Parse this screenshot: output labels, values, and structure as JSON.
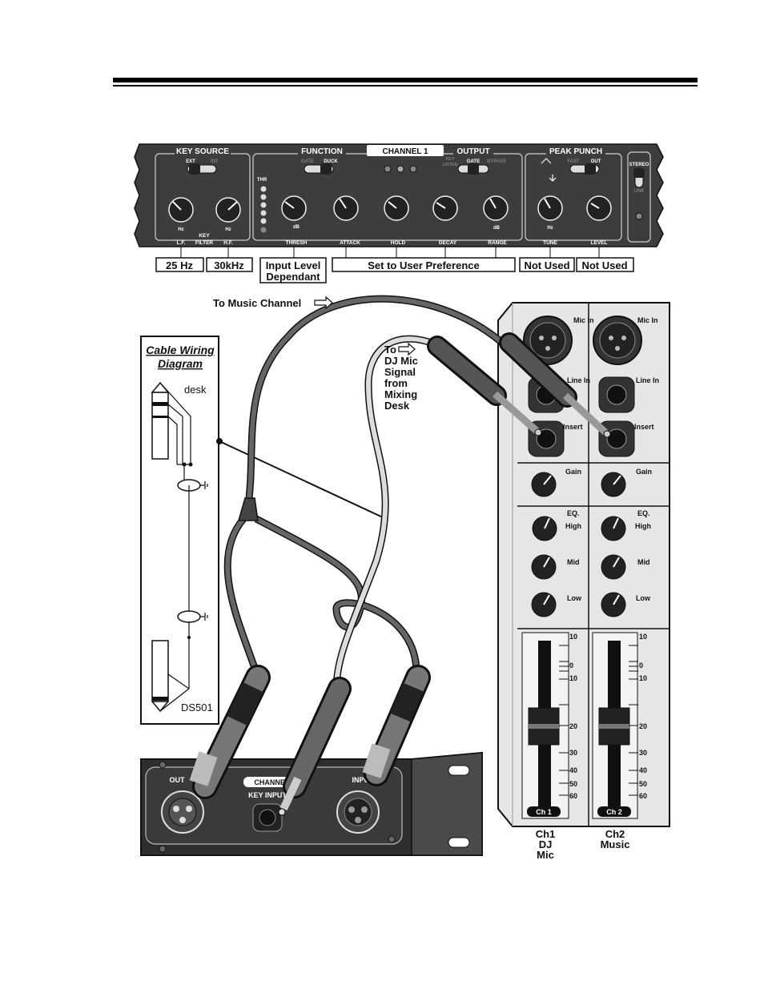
{
  "top_panel": {
    "key_source": "KEY SOURCE",
    "ext": "EXT",
    "int": "INT",
    "function": "FUNCTION",
    "channel": "CHANNEL 1",
    "output": "OUTPUT",
    "gate": "GATE",
    "duck": "DUCK",
    "key": "KEY",
    "listen": "LISTEN",
    "gate_out": "GATE",
    "bypass": "BYPASS",
    "peak_punch": "PEAK PUNCH",
    "fast": "FAST",
    "out": "OUT",
    "stereo": "STEREO",
    "link": "LINK",
    "thr": "THR",
    "hz": "Hz",
    "db": "dB",
    "khz_key": "KEY",
    "lf": "L.F.",
    "filter": "FILTER",
    "hf": "H.F.",
    "thresh": "THRESH",
    "attack": "ATTACK",
    "hold": "HOLD",
    "decay": "DECAY",
    "range": "RANGE",
    "tune": "TUNE",
    "level": "LEVEL"
  },
  "settings": {
    "lf_value": "25 Hz",
    "hf_value": "30kHz",
    "thresh_value_1": "Input Level",
    "thresh_value_2": "Dependant",
    "user_pref": "Set to User Preference",
    "tune_value": "Not Used",
    "level_value": "Not Used"
  },
  "callouts": {
    "music_channel": "To Music Channel",
    "dj_to": "To",
    "dj_line1": "DJ Mic",
    "dj_line2": "Signal",
    "dj_line3": "from",
    "dj_line4": "Mixing",
    "dj_line5": "Desk"
  },
  "cable_diagram": {
    "title_1": "Cable Wiring",
    "title_2": "Diagram",
    "desk": "desk",
    "model": "DS501"
  },
  "rack": {
    "out": "OUT",
    "channel": "CHANNEL 1",
    "key_input": "KEY INPUT",
    "input": "INPUT"
  },
  "mixer": {
    "mic_in": "Mic In",
    "line_in": "Line In",
    "insert": "Insert",
    "gain": "Gain",
    "eq": "EQ.",
    "high": "High",
    "mid": "Mid",
    "low": "Low",
    "fader_scale": [
      "10",
      "0",
      "10",
      "20",
      "30",
      "40",
      "50",
      "60"
    ],
    "ch1": "Ch 1",
    "ch2": "Ch 2",
    "ch1_caption_1": "Ch1",
    "ch1_caption_2": "DJ",
    "ch1_caption_3": "Mic",
    "ch2_caption_1": "Ch2",
    "ch2_caption_2": "Music"
  }
}
